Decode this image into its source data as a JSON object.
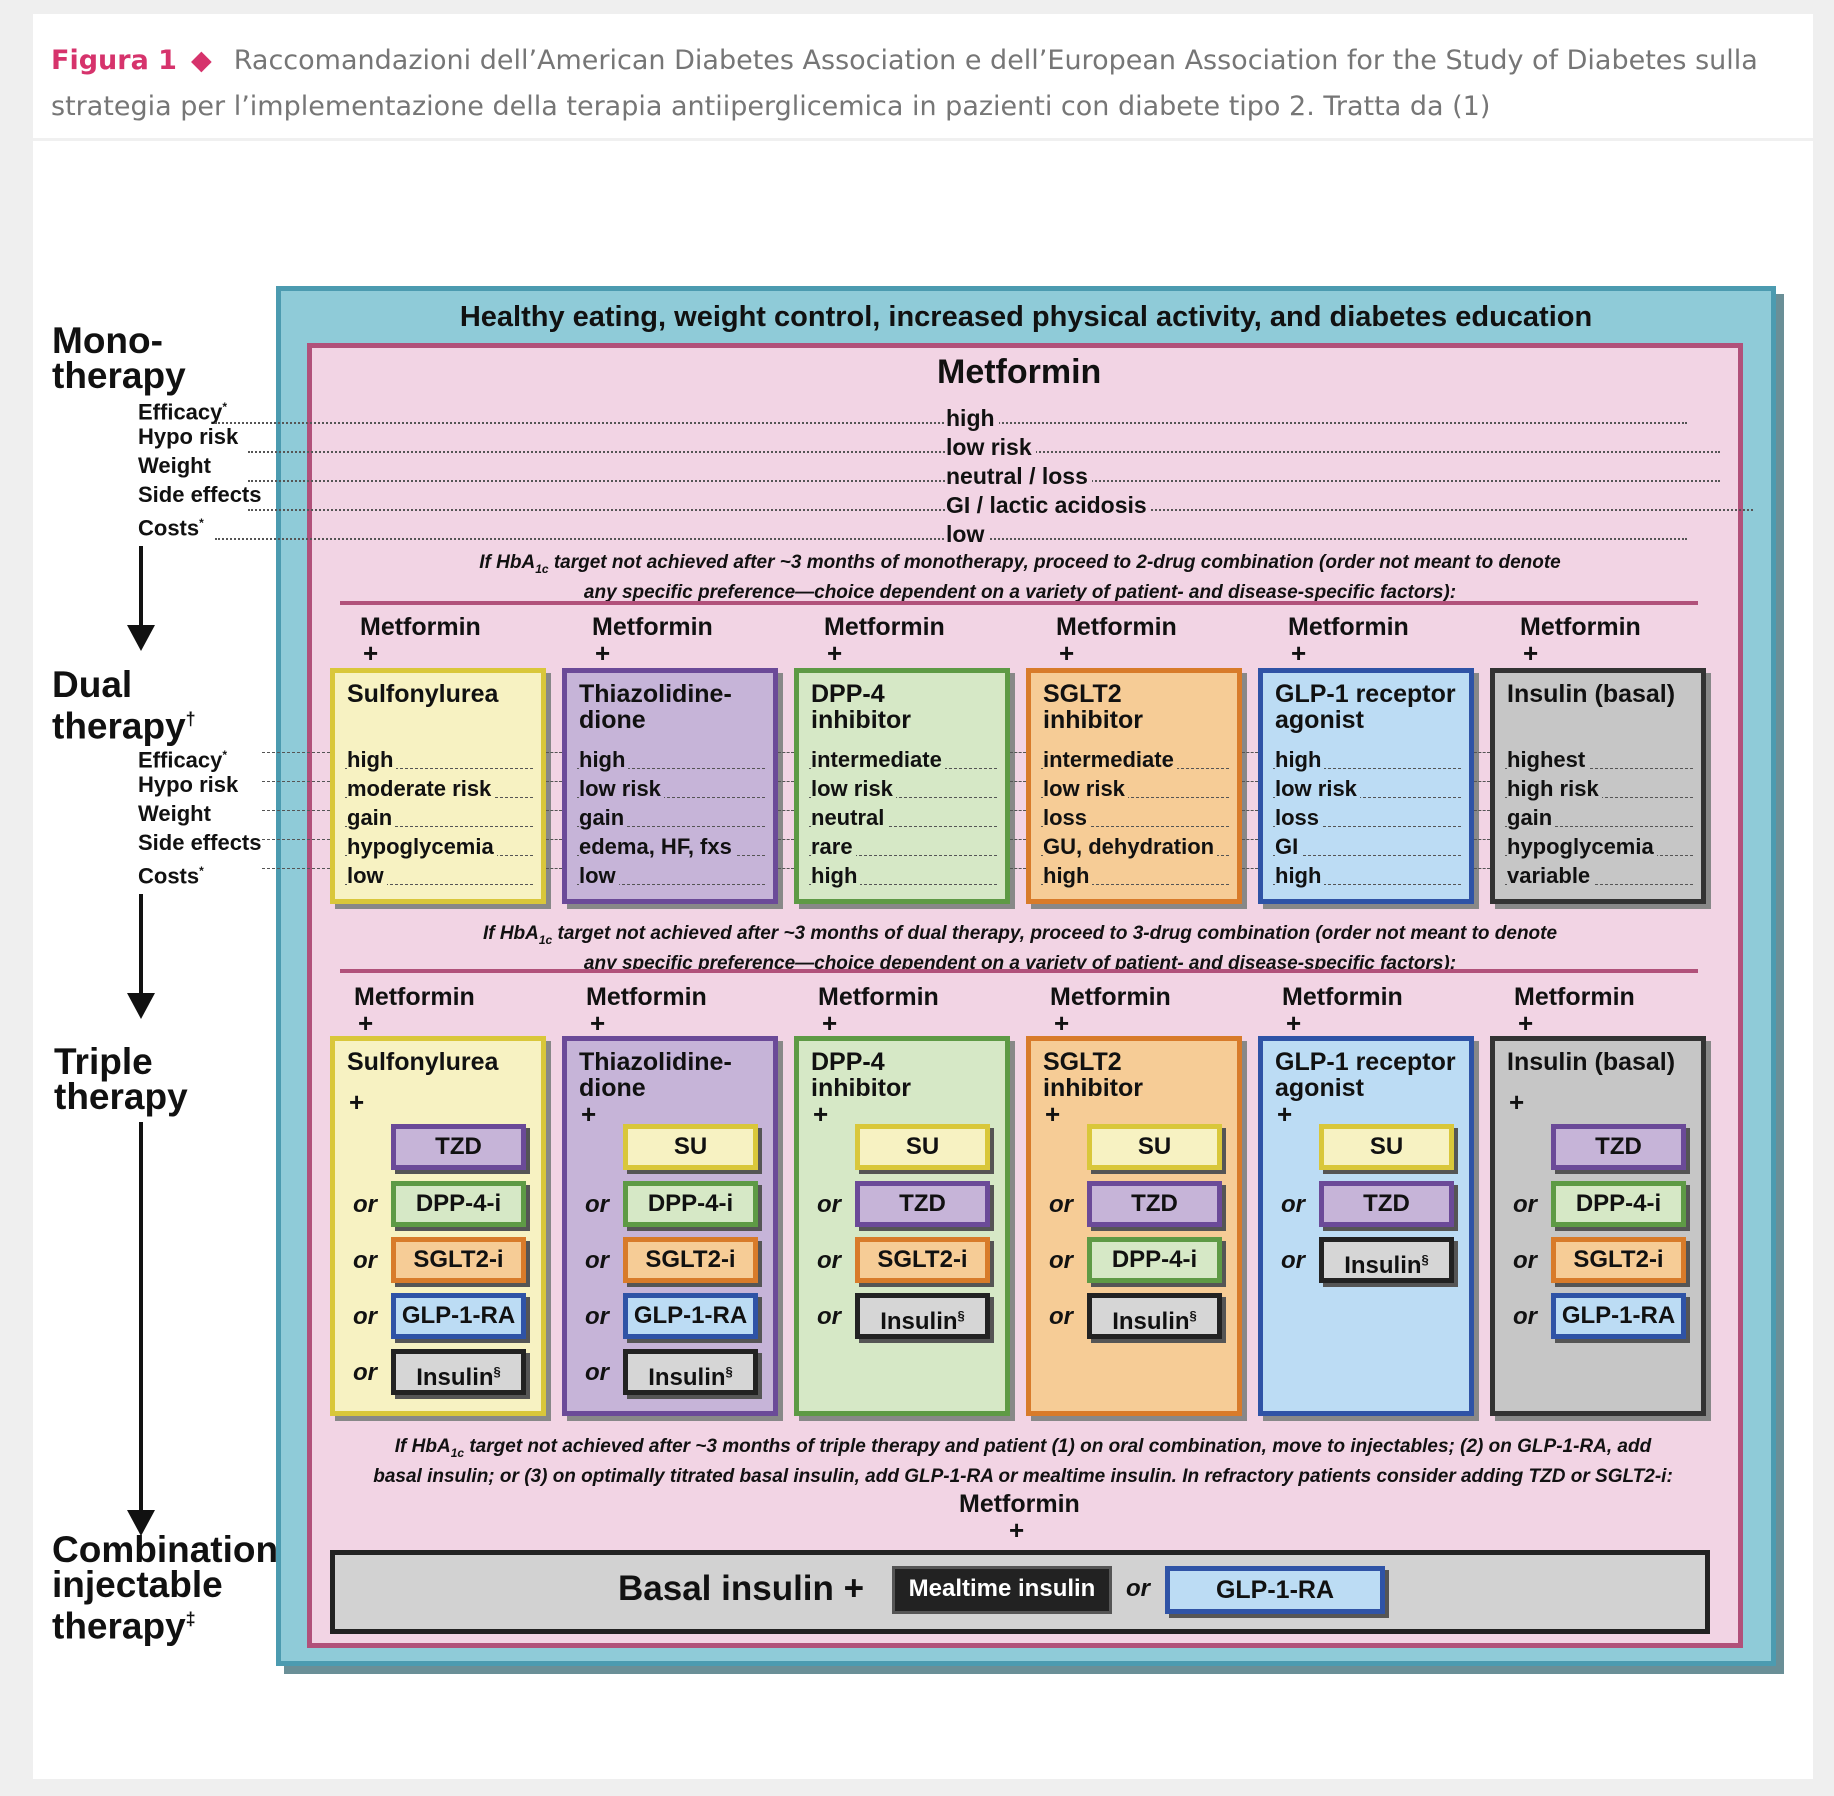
{
  "caption": {
    "figure_label": "Figura 1",
    "diamond": "◆",
    "text": "Raccomandazioni dell’American Diabetes Association e dell’European Association for the Study of Diabetes sulla strategia per l’implementazione della terapia antiiperglicemica in pazienti con diabete tipo 2. Tratta da (1)"
  },
  "colors": {
    "outer": "#8fcbd8",
    "inner": "#f2d4e4",
    "accent": "#b1517a",
    "sulfonylurea": "#f7f2c2",
    "tzd": "#c6b4d8",
    "dpp4": "#d6e8c6",
    "sglt2": "#f6cc96",
    "glp1": "#bcdcf4",
    "insulin": "#c6c6c6"
  },
  "left_labels": {
    "mono_line1": "Mono-",
    "mono_line2": "therapy",
    "dual_line1": "Dual",
    "dual_line2": "therapy",
    "dual_mark": "†",
    "triple_line1": "Triple",
    "triple_line2": "therapy",
    "combo_line1": "Combination",
    "combo_line2": "injectable",
    "combo_line3": "therapy",
    "combo_mark": "‡",
    "attributes": [
      "Efficacy",
      "Hypo risk",
      "Weight",
      "Side effects",
      "Costs"
    ],
    "asterisk": "*"
  },
  "lifestyle": "Healthy eating, weight control, increased physical activity, and diabetes education",
  "mono": {
    "title": "Metformin",
    "values": [
      "high",
      "low risk",
      "neutral / loss",
      "GI / lactic acidosis",
      "low"
    ]
  },
  "note1": {
    "a": "If HbA",
    "sub": "1c",
    "b": " target not achieved after ~3 months of monotherapy, proceed to 2-drug combination (order not meant to denote",
    "c": "any specific preference—choice dependent on a variety of patient- and disease-specific factors):"
  },
  "plus": "+",
  "metformin": "Metformin",
  "dual": [
    {
      "title1": "Sulfonylurea",
      "title2": "",
      "values": [
        "high",
        "moderate risk",
        "gain",
        "hypoglycemia",
        "low"
      ]
    },
    {
      "title1": "Thiazolidine-",
      "title2": "dione",
      "values": [
        "high",
        "low risk",
        "gain",
        "edema, HF, fxs",
        "low"
      ]
    },
    {
      "title1": "DPP-4",
      "title2": "inhibitor",
      "values": [
        "intermediate",
        "low risk",
        "neutral",
        "rare",
        "high"
      ]
    },
    {
      "title1": "SGLT2",
      "title2": "inhibitor",
      "values": [
        "intermediate",
        "low risk",
        "loss",
        "GU, dehydration",
        "high"
      ]
    },
    {
      "title1": "GLP-1 receptor",
      "title2": "agonist",
      "values": [
        "high",
        "low risk",
        "loss",
        "GI",
        "high"
      ]
    },
    {
      "title1": "Insulin (basal)",
      "title2": "",
      "values": [
        "highest",
        "high risk",
        "gain",
        "hypoglycemia",
        "variable"
      ]
    }
  ],
  "note2": {
    "a": "If HbA",
    "sub": "1c",
    "b": " target not achieved after ~3 months of dual therapy, proceed to 3-drug combination (order not meant to denote",
    "c": "any specific preference—choice dependent on a variety of patient- and disease-specific factors):"
  },
  "or": "or",
  "triple": [
    {
      "title1": "Sulfonylurea",
      "title2": "",
      "options": [
        "TZD",
        "DPP-4-i",
        "SGLT2-i",
        "GLP-1-RA",
        "Insulin"
      ]
    },
    {
      "title1": "Thiazolidine-",
      "title2": "dione",
      "options": [
        "SU",
        "DPP-4-i",
        "SGLT2-i",
        "GLP-1-RA",
        "Insulin"
      ]
    },
    {
      "title1": "DPP-4",
      "title2": "inhibitor",
      "options": [
        "SU",
        "TZD",
        "SGLT2-i",
        "Insulin"
      ]
    },
    {
      "title1": "SGLT2",
      "title2": "inhibitor",
      "options": [
        "SU",
        "TZD",
        "DPP-4-i",
        "Insulin"
      ]
    },
    {
      "title1": "GLP-1 receptor",
      "title2": "agonist",
      "options": [
        "SU",
        "TZD",
        "Insulin"
      ]
    },
    {
      "title1": "Insulin (basal)",
      "title2": "",
      "options": [
        "TZD",
        "DPP-4-i",
        "SGLT2-i",
        "GLP-1-RA"
      ]
    }
  ],
  "section_mark": "§",
  "note3": {
    "a": "If HbA",
    "sub": "1c",
    "b": " target not achieved after ~3 months of triple therapy and patient (1) on oral combination, move to injectables; (2) on GLP-1-RA, add",
    "c": "basal insulin; or (3) on optimally titrated basal insulin, add GLP-1-RA or mealtime insulin. In refractory patients consider adding TZD or SGLT2-i:"
  },
  "combination": {
    "metformin": "Metformin",
    "basal": "Basal insulin +",
    "mealtime": "Mealtime insulin",
    "or": "or",
    "glp1ra": "GLP-1-RA"
  }
}
